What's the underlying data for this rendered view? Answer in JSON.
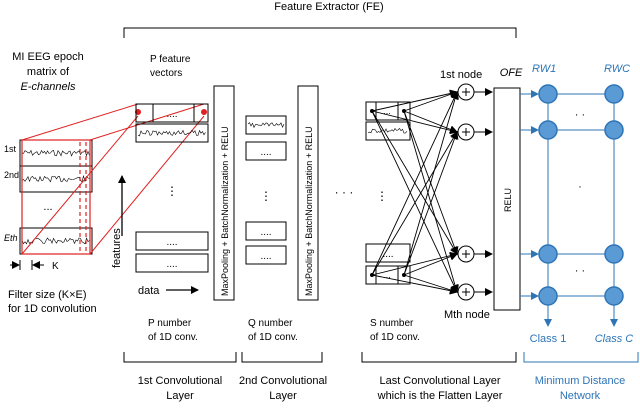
{
  "title": "Feature Extractor (FE)",
  "input_label": [
    "MI EEG epoch",
    "matrix of",
    "E-channels"
  ],
  "channel_labels": [
    "1st",
    "2nd",
    "...",
    "Eth"
  ],
  "kernel_label": "K",
  "filter_caption": [
    "Filter size (K×E)",
    "for 1D convolution"
  ],
  "p_features": [
    "P feature",
    "vectors"
  ],
  "features_axis": "features",
  "data_axis": "data",
  "dots": "....",
  "pool_label": "MaxPooling + BatchNormalization + RELU",
  "p_count": [
    "P number",
    "of 1D conv."
  ],
  "q_count": [
    "Q number",
    "of 1D conv."
  ],
  "s_count": [
    "S number",
    "of 1D conv."
  ],
  "node_first": "1st node",
  "node_last": "Mth node",
  "ofe_label": "OFE",
  "relu_label": "RELU",
  "rw_first": "RW1",
  "rw_last": "RWC",
  "class_first": "Class 1",
  "class_last": "Class C",
  "layer1": [
    "1st Convolutional",
    "Layer"
  ],
  "layer2": [
    "2nd Convolutional",
    "Layer"
  ],
  "layer_last": [
    "Last Convolutional Layer",
    "which is the Flatten Layer"
  ],
  "mdn_label": [
    "Minimum Distance",
    "Network"
  ],
  "colors": {
    "accent": "#2e75b6",
    "node_fill": "#5b9bd5",
    "highlight": "#e02020"
  }
}
